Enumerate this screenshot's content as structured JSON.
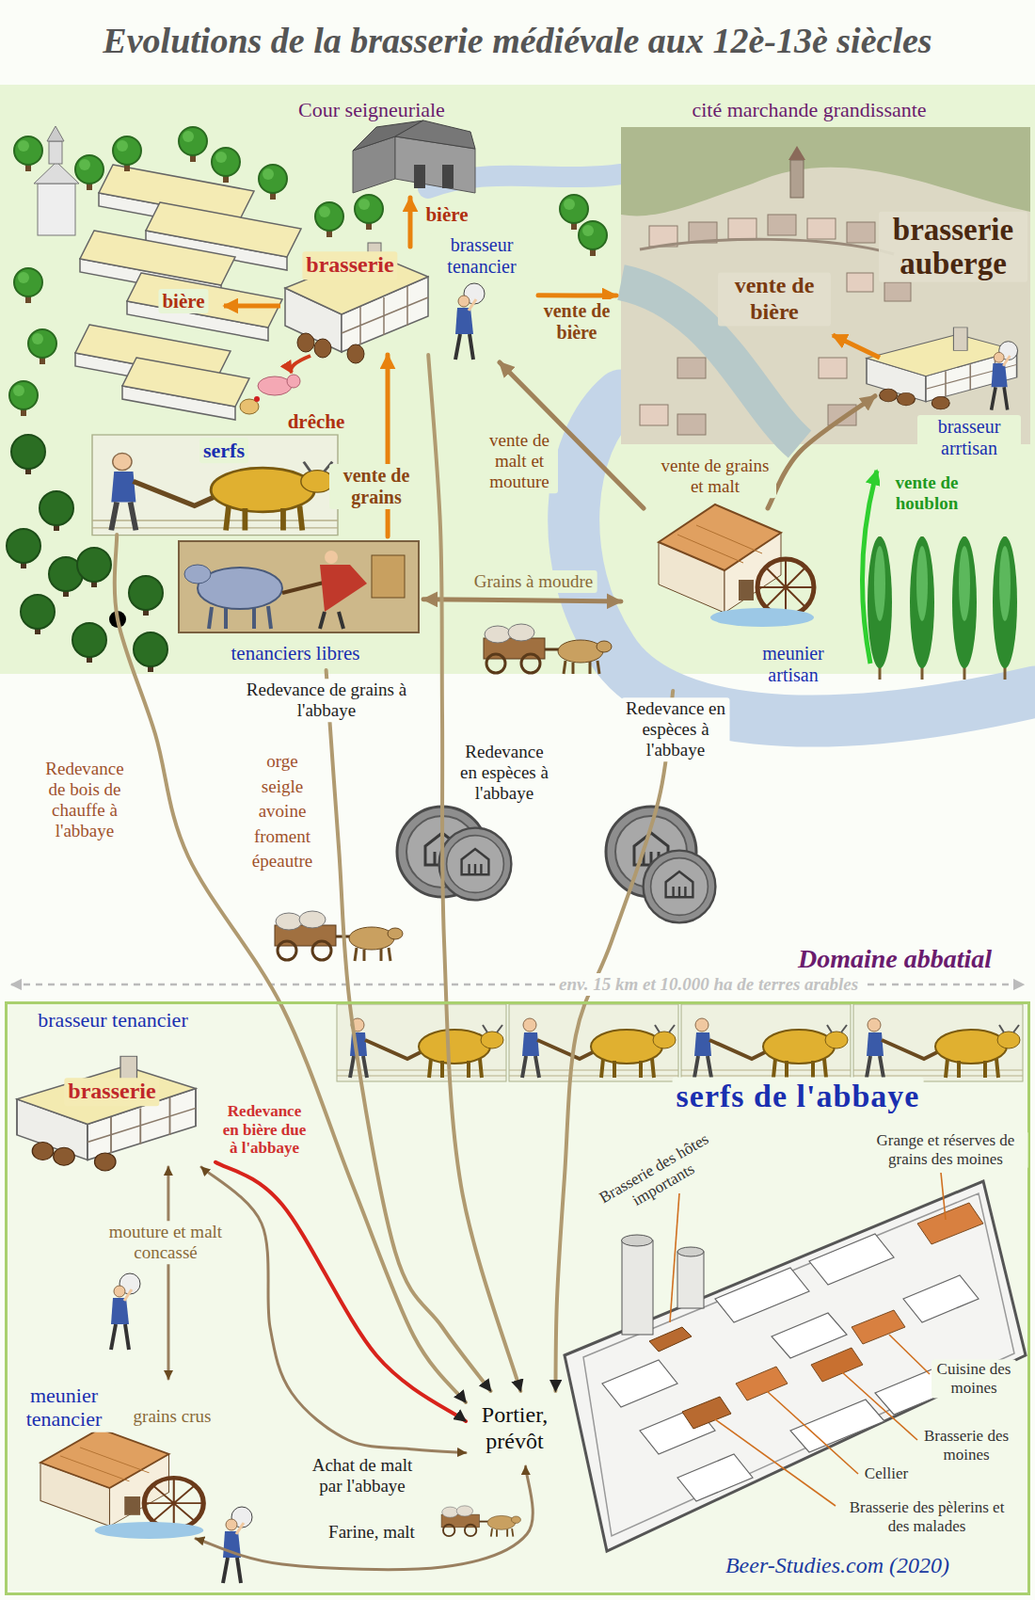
{
  "diagram": {
    "title": "Evolutions de la brasserie médiévale aux 12è-13è siècles",
    "nodes": [
      {
        "text": [
          "Cour seigneuriale"
        ]
      },
      {
        "text": [
          "brasserie"
        ]
      },
      {
        "text": [
          "brasseur tenancier"
        ]
      },
      {
        "text": [
          "cité marchande grandissante"
        ]
      },
      {
        "text": [
          "brasserie auberge",
          "brasseur arrtisan"
        ],
        "in": 3
      },
      {
        "text": [
          "serfs"
        ]
      },
      {
        "text": [
          "tenanciers libres"
        ]
      },
      {
        "text": [
          "meunier artisan"
        ]
      },
      {
        "text": [
          "Domaine abbatial"
        ]
      },
      {
        "text": [
          "brasseur tenancier",
          "brasserie"
        ],
        "in": 8
      },
      {
        "text": [
          "serfs de l'abbaye"
        ],
        "in": 8
      },
      {
        "text": [
          "meunier tenancier"
        ],
        "in": 8
      },
      {
        "text": [
          "Portier, prévôt"
        ],
        "in": 8
      }
    ],
    "edges": [
      {
        "from": 1,
        "to": 0,
        "label": "bière",
        "arrow": "to"
      },
      {
        "from": 2,
        "to": 3,
        "label": "vente de bière",
        "arrow": "to"
      },
      {
        "from": 6,
        "to": 1,
        "label": "vente de grains",
        "arrow": "to"
      },
      {
        "from": 7,
        "to": 2,
        "label": "vente de malt et mouture",
        "arrow": "to"
      },
      {
        "from": 7,
        "to": 4,
        "label": "vente de grains et malt",
        "arrow": "to"
      },
      {
        "from": 6,
        "to": 7,
        "label": "Grains à moudre",
        "arrow": "both"
      },
      {
        "from": 5,
        "to": 12,
        "label": "Redevance de bois de chauffe à l'abbaye",
        "arrow": "to"
      },
      {
        "from": 6,
        "to": 12,
        "label": "Redevance de grains à l'abbaye",
        "arrow": "to"
      },
      {
        "from": 1,
        "to": 12,
        "label": "Redevance en espèces à l'abbaye",
        "arrow": "to"
      },
      {
        "from": 7,
        "to": 12,
        "label": "Redevance en espèces à l'abbaye",
        "arrow": "to"
      },
      {
        "from": 9,
        "to": 12,
        "label": "Redevance en bière due à l'abbaye",
        "arrow": "to"
      },
      {
        "from": 9,
        "to": 12,
        "label": "Achat de malt par l'abbaye",
        "arrow": "both"
      },
      {
        "from": 11,
        "to": 9,
        "label": "mouture et malt concassé",
        "arrow": "both"
      },
      {
        "from": 11,
        "to": 12,
        "label": "Farine, malt",
        "arrow": "both"
      }
    ],
    "labels": [
      "bière",
      "drêche",
      "vente de bière",
      "vente de houblon",
      "orge seigle avoine froment épeautre",
      "env. 15 km et 10.000 ha de terres arables",
      "grains crus",
      "Brasserie des hôtes importants",
      "Grange et réserves de grains des moines",
      "Cuisine des moines",
      "Brasserie des moines",
      "Cellier",
      "Brasserie des pèlerins et des malades",
      "Beer-Studies.com (2020)"
    ]
  }
}
